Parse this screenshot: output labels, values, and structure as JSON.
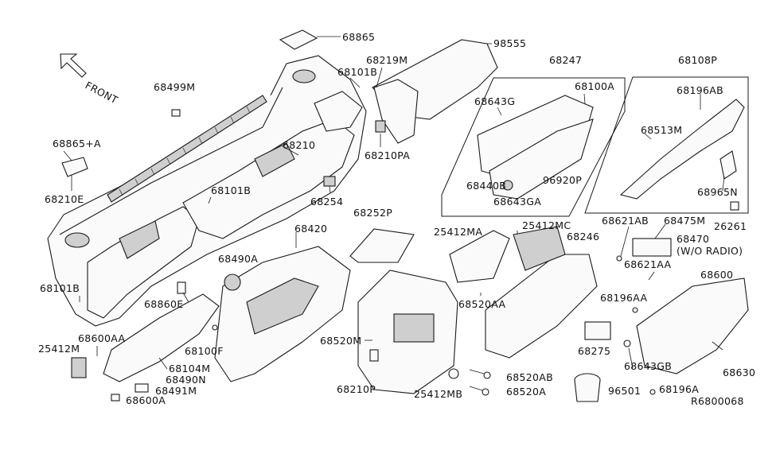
{
  "orientation": {
    "label": "FRONT",
    "icon": "front-arrow-icon"
  },
  "diagram_id": "R6800068",
  "callouts": {
    "p68865": "68865",
    "p98555": "98555",
    "p68219M": "68219M",
    "p68101B_top": "68101B",
    "p68499M": "68499M",
    "p68865A": "68865+A",
    "p68210E": "68210E",
    "p68210": "68210",
    "p68210PA": "68210PA",
    "p68101B_mid": "68101B",
    "p68254": "68254",
    "p68247": "68247",
    "p68100A": "68100A",
    "p68643G": "68643G",
    "p96920P": "96920P",
    "p68440B": "68440B",
    "p68643GA": "68643GA",
    "p68108P": "68108P",
    "p68196AB": "68196AB",
    "p68513M": "68513M",
    "p68965N": "68965N",
    "p26261": "26261",
    "p68252P": "68252P",
    "p68420": "68420",
    "p25412MA": "25412MA",
    "p25412MC": "25412MC",
    "p68246": "68246",
    "p68621AB": "68621AB",
    "p68475M": "68475M",
    "p68470": "68470",
    "p68470_note": "(W/O RADIO)",
    "p68490A": "68490A",
    "p68101B_left": "68101B",
    "p68860E": "68860E",
    "p68520AA": "68520AA",
    "p68621AA": "68621AA",
    "p68600": "68600",
    "p68196AA": "68196AA",
    "p68600AA": "68600AA",
    "p25412M": "25412M",
    "p68100F": "68100F",
    "p68104M": "68104M",
    "p68490N": "68490N",
    "p68491M": "68491M",
    "p68600A": "68600A",
    "p68520M": "68520M",
    "p68210P": "68210P",
    "p68520AB": "68520AB",
    "p25412MB": "25412MB",
    "p68520A": "68520A",
    "p68275": "68275",
    "p68643GB": "68643GB",
    "p96501": "96501",
    "p68196A": "68196A",
    "p68630": "68630"
  }
}
